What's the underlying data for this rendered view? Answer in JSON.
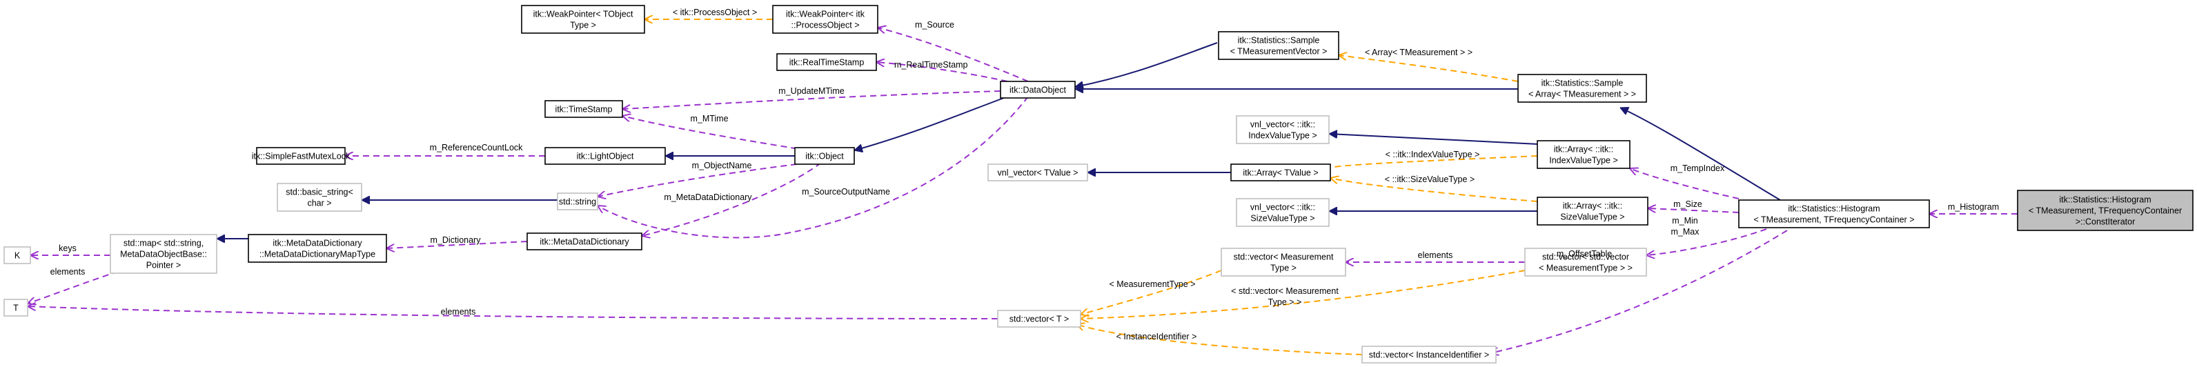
{
  "colors": {
    "inheritance": "#191970",
    "usage": "#9a32cd",
    "template": "#ffa500",
    "node_border": "#000000",
    "node_border_external": "#bfbfbf",
    "node_fill": "#ffffff",
    "node_fill_focus": "#bfbfbf"
  },
  "nodes": [
    {
      "id": "wp_tobject",
      "lines": [
        "itk::WeakPointer< TObject",
        "Type >"
      ],
      "kind": "class"
    },
    {
      "id": "wp_process",
      "lines": [
        "itk::WeakPointer< itk",
        "::ProcessObject >"
      ],
      "kind": "class"
    },
    {
      "id": "realtimestamp",
      "lines": [
        "itk::RealTimeStamp"
      ],
      "kind": "class"
    },
    {
      "id": "timestamp",
      "lines": [
        "itk::TimeStamp"
      ],
      "kind": "class"
    },
    {
      "id": "dataobject",
      "lines": [
        "itk::DataObject"
      ],
      "kind": "class"
    },
    {
      "id": "sample_tvec",
      "lines": [
        "itk::Statistics::Sample",
        "< TMeasurementVector >"
      ],
      "kind": "class"
    },
    {
      "id": "sample_array",
      "lines": [
        "itk::Statistics::Sample",
        "< Array< TMeasurement > >"
      ],
      "kind": "class"
    },
    {
      "id": "fastmutex",
      "lines": [
        "itk::SimpleFastMutexLock"
      ],
      "kind": "class"
    },
    {
      "id": "lightobject",
      "lines": [
        "itk::LightObject"
      ],
      "kind": "class"
    },
    {
      "id": "object",
      "lines": [
        "itk::Object"
      ],
      "kind": "class"
    },
    {
      "id": "basic_string",
      "lines": [
        "std::basic_string<",
        "char >"
      ],
      "kind": "external"
    },
    {
      "id": "std_string",
      "lines": [
        "std::string"
      ],
      "kind": "external"
    },
    {
      "id": "vnl_index",
      "lines": [
        "vnl_vector< ::itk::",
        "IndexValueType >"
      ],
      "kind": "external"
    },
    {
      "id": "array_index",
      "lines": [
        "itk::Array< ::itk::",
        "IndexValueType >"
      ],
      "kind": "class"
    },
    {
      "id": "vnl_tvalue",
      "lines": [
        "vnl_vector< TValue >"
      ],
      "kind": "external"
    },
    {
      "id": "array_tvalue",
      "lines": [
        "itk::Array< TValue >"
      ],
      "kind": "class"
    },
    {
      "id": "vnl_size",
      "lines": [
        "vnl_vector< ::itk::",
        "SizeValueType >"
      ],
      "kind": "external"
    },
    {
      "id": "array_size",
      "lines": [
        "itk::Array< ::itk::",
        "SizeValueType >"
      ],
      "kind": "class"
    },
    {
      "id": "histogram",
      "lines": [
        "itk::Statistics::Histogram",
        "< TMeasurement, TFrequencyContainer >"
      ],
      "kind": "class"
    },
    {
      "id": "constiterator",
      "lines": [
        "itk::Statistics::Histogram",
        "< TMeasurement, TFrequencyContainer",
        " >::ConstIterator"
      ],
      "kind": "focus"
    },
    {
      "id": "K",
      "lines": [
        "K"
      ],
      "kind": "external"
    },
    {
      "id": "T",
      "lines": [
        "T"
      ],
      "kind": "external"
    },
    {
      "id": "std_map",
      "lines": [
        "std::map< std::string,",
        "MetaDataObjectBase::",
        "Pointer >"
      ],
      "kind": "external"
    },
    {
      "id": "mdd_map",
      "lines": [
        "itk::MetaDataDictionary",
        "::MetaDataDictionaryMapType"
      ],
      "kind": "class"
    },
    {
      "id": "mdd",
      "lines": [
        "itk::MetaDataDictionary"
      ],
      "kind": "class"
    },
    {
      "id": "vec_meas",
      "lines": [
        "std::vector< Measurement",
        "Type >"
      ],
      "kind": "external"
    },
    {
      "id": "vec_vec",
      "lines": [
        "std::vector< std::vector",
        "< MeasurementType > >"
      ],
      "kind": "external"
    },
    {
      "id": "vec_T",
      "lines": [
        "std::vector< T >"
      ],
      "kind": "external"
    },
    {
      "id": "vec_inst",
      "lines": [
        "std::vector< InstanceIdentifier >"
      ],
      "kind": "external"
    }
  ],
  "edge_labels": [
    {
      "id": "l_processobject",
      "text": "< itk::ProcessObject >"
    },
    {
      "id": "l_msource",
      "text": "m_Source"
    },
    {
      "id": "l_mrealtimestamp",
      "text": "m_RealTimeStamp"
    },
    {
      "id": "l_mupdatemtime",
      "text": "m_UpdateMTime"
    },
    {
      "id": "l_mmtime",
      "text": "m_MTime"
    },
    {
      "id": "l_mrefcount",
      "text": "m_ReferenceCountLock"
    },
    {
      "id": "l_mobjectname",
      "text": "m_ObjectName"
    },
    {
      "id": "l_mmetadatadict",
      "text": "m_MetaDataDictionary"
    },
    {
      "id": "l_msourceoutput",
      "text": "m_SourceOutputName"
    },
    {
      "id": "l_mdictionary",
      "text": "m_Dictionary"
    },
    {
      "id": "l_keys",
      "text": "keys"
    },
    {
      "id": "l_elements_t",
      "text": "elements"
    },
    {
      "id": "l_elements_vt",
      "text": "elements"
    },
    {
      "id": "l_elements_vm",
      "text": "elements"
    },
    {
      "id": "l_array_tmeas",
      "text": "< Array< TMeasurement > >"
    },
    {
      "id": "l_indexvalue",
      "text": "< ::itk::IndexValueType >"
    },
    {
      "id": "l_sizevalue",
      "text": "< ::itk::SizeValueType >"
    },
    {
      "id": "l_mtempindex",
      "text": "m_TempIndex"
    },
    {
      "id": "l_msize",
      "text": "m_Size"
    },
    {
      "id": "l_mmin",
      "text": "m_Min"
    },
    {
      "id": "l_mmax",
      "text": "m_Max"
    },
    {
      "id": "l_moffsettable",
      "text": "m_OffsetTable"
    },
    {
      "id": "l_mhistogram",
      "text": "m_Histogram"
    },
    {
      "id": "l_meastype",
      "text": "< MeasurementType >"
    },
    {
      "id": "l_stdvecmeas1",
      "text": "< std::vector< Measurement"
    },
    {
      "id": "l_stdvecmeas2",
      "text": "Type > >"
    },
    {
      "id": "l_instanceid",
      "text": "< InstanceIdentifier >"
    }
  ]
}
